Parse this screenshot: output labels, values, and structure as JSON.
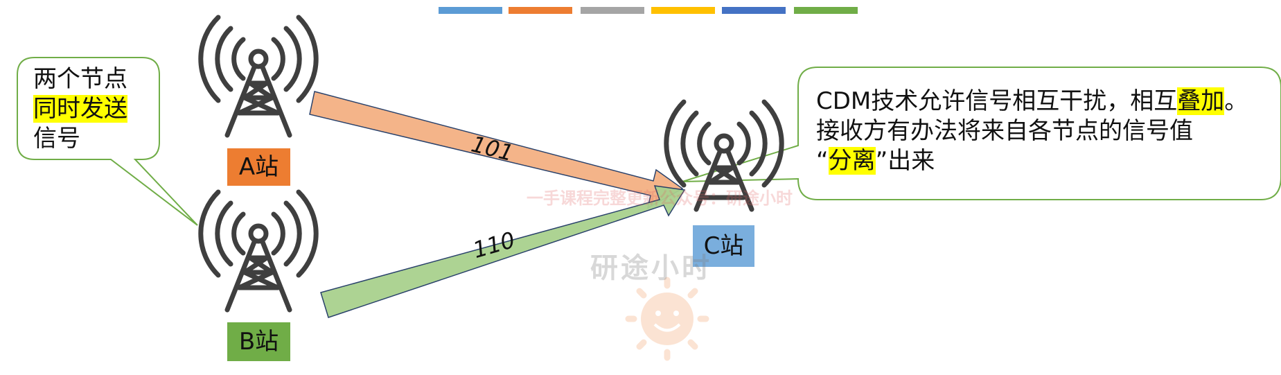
{
  "legend_bar_colors": [
    "#5b9bd5",
    "#ed7d31",
    "#a5a5a5",
    "#ffc000",
    "#4472c4",
    "#70ad47"
  ],
  "left_callout": {
    "line1": "两个节点",
    "line2_highlight": "同时发送",
    "line3": "信号"
  },
  "stations": {
    "a": {
      "label": "A站",
      "color": "#ed7d31"
    },
    "b": {
      "label": "B站",
      "color": "#70ad47"
    },
    "c": {
      "label": "C站",
      "color": "#7aaedd"
    }
  },
  "arrows": {
    "a_to_c": {
      "code": "101",
      "fill": "#f4b183",
      "stroke": "#1f3864"
    },
    "b_to_c": {
      "code": "110",
      "fill": "#a9d18e",
      "stroke": "#1f3864"
    }
  },
  "right_callout": {
    "line1_pre": "CDM技术允许信号相互干扰，相互",
    "line1_highlight": "叠加",
    "line1_post": "。",
    "line2": "接收方有办法将来自各节点的信号值",
    "line3_pre": "“",
    "line3_highlight": "分离",
    "line3_post": "”出来"
  },
  "watermark": {
    "line1": "一手课程完整更新公众号：研途小时",
    "line2": "研途小时"
  },
  "colors": {
    "callout_border": "#70ad47",
    "tower": "#3f3f3f",
    "highlight": "#ffff00"
  }
}
